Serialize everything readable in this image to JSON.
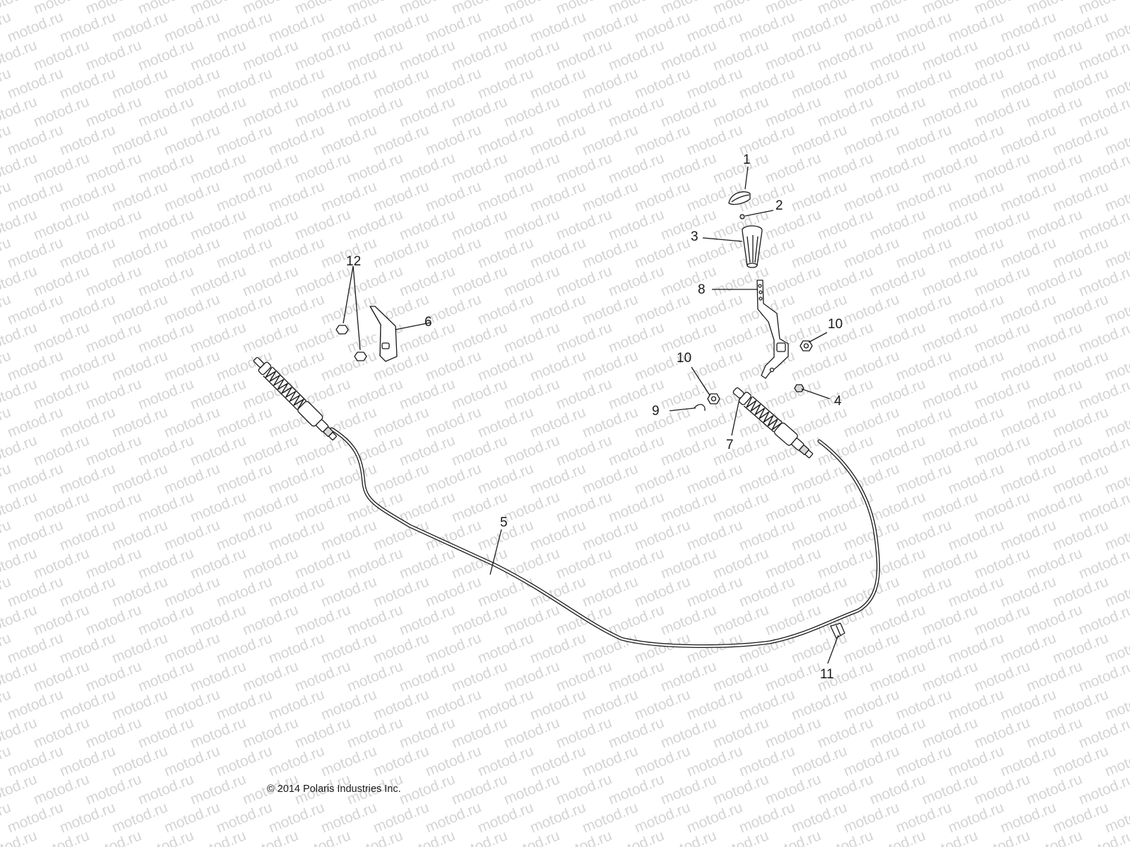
{
  "watermark": "motod.ru",
  "copyright": "© 2014 Polaris Industries Inc.",
  "callouts": {
    "c1": "1",
    "c2": "2",
    "c3": "3",
    "c4": "4",
    "c5": "5",
    "c6": "6",
    "c7": "7",
    "c8": "8",
    "c9": "9",
    "c10a": "10",
    "c10b": "10",
    "c11": "11",
    "c12": "12"
  }
}
